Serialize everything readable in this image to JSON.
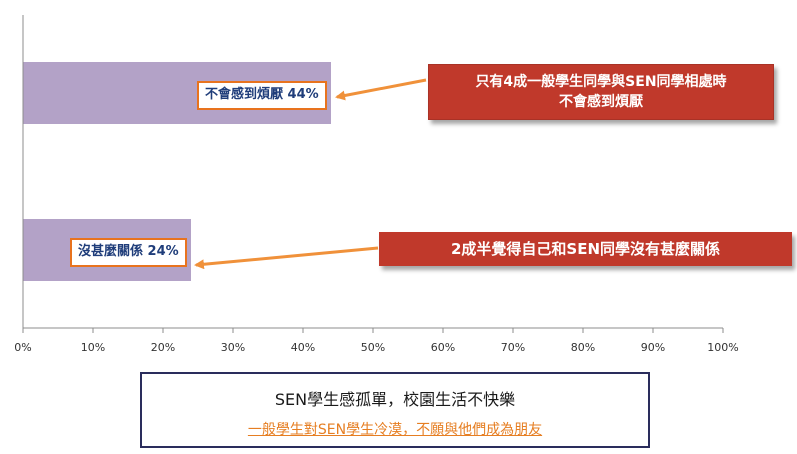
{
  "chart_data": {
    "type": "bar",
    "orientation": "horizontal",
    "categories": [
      "不會感到煩厭",
      "沒甚麼關係"
    ],
    "values": [
      44,
      24
    ],
    "data_labels": [
      "不會感到煩厭 44%",
      "沒甚麼關係 24%"
    ],
    "xlim": [
      0,
      100
    ],
    "x_ticks": [
      "0%",
      "10%",
      "20%",
      "30%",
      "40%",
      "50%",
      "60%",
      "70%",
      "80%",
      "90%",
      "100%"
    ],
    "grid": false,
    "colors": {
      "bar": "#b3a2c7",
      "label_border": "#e8731e",
      "label_text": "#1f3d7a",
      "arrow": "#f0913a"
    }
  },
  "callouts": [
    {
      "line1": "只有4成一般學生同學與SEN同學相處時",
      "line2": "不會感到煩厭"
    },
    {
      "line1": "2成半覺得自己和SEN同學沒有甚麼關係"
    }
  ],
  "summary": {
    "title": "SEN學生感孤單，校園生活不快樂",
    "subtitle": "一般學生對SEN學生冷漠，不願與他們成為朋友"
  },
  "colors": {
    "callout_bg": "#c0392b",
    "summary_border": "#2a2d5c",
    "subtitle": "#e67e22"
  }
}
